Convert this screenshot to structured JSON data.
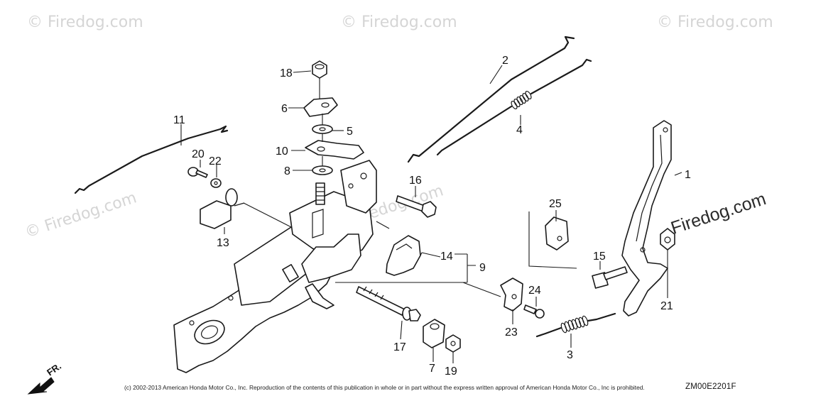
{
  "watermark": {
    "brand": "Firedog.com",
    "symbol": "©"
  },
  "callouts": {
    "p1": "1",
    "p2": "2",
    "p3": "3",
    "p4": "4",
    "p5": "5",
    "p6": "6",
    "p7": "7",
    "p8": "8",
    "p9": "9",
    "p10": "10",
    "p11": "11",
    "p13": "13",
    "p14": "14",
    "p15": "15",
    "p16": "16",
    "p17": "17",
    "p18": "18",
    "p19": "19",
    "p20": "20",
    "p21": "21",
    "p22": "22",
    "p23": "23",
    "p24": "24",
    "p25": "25"
  },
  "front_indicator": "FR.",
  "copyright": "(c) 2002-2013 American Honda Motor Co., Inc. Reproduction of the contents of this publication in whole or in part without the express written approval of American Honda Motor Co., Inc is prohibited.",
  "drawing_code": "ZM00E2201F"
}
